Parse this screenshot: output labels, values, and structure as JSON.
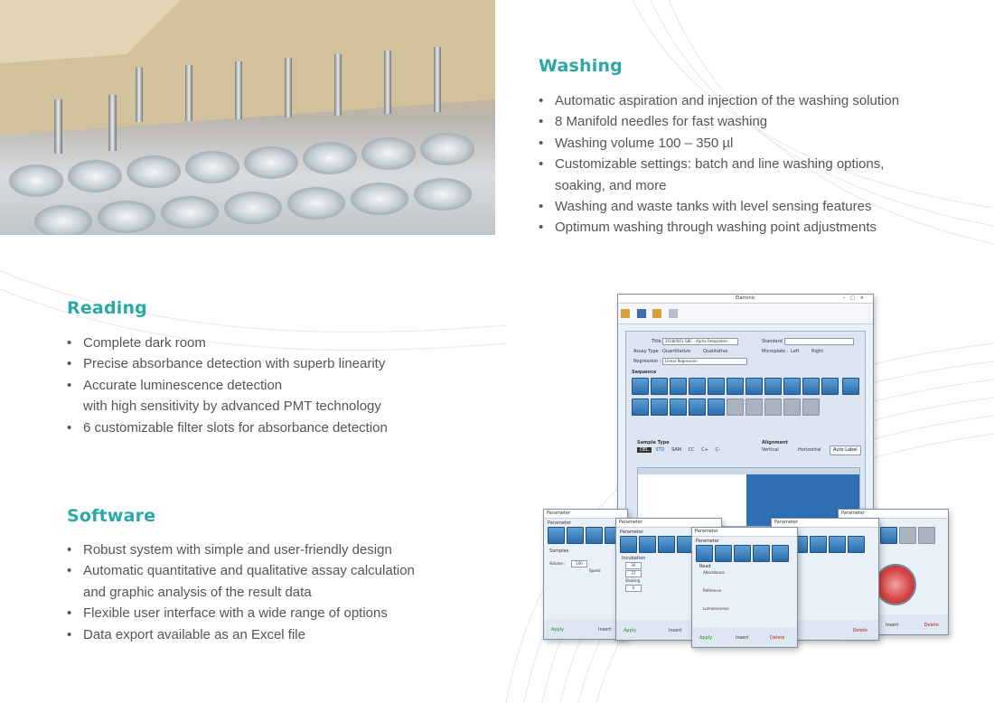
{
  "washing": {
    "title": "Washing",
    "items": [
      "Automatic aspiration and injection of the washing solution",
      "8 Manifold needles for fast washing",
      "Washing volume 100 – 350 µl",
      "Customizable settings: batch and line washing options,",
      "Washing and waste tanks with level sensing features",
      "Optimum washing through washing point adjustments"
    ],
    "item4_cont": "soaking, and more"
  },
  "reading": {
    "title": "Reading",
    "items": [
      "Complete dark room",
      "Precise absorbance detection with superb linearity",
      "Accurate luminescence detection",
      "6 customizable filter slots for absorbance detection"
    ],
    "item3_cont": "with high sensitivity by advanced PMT technology"
  },
  "software": {
    "title": "Software",
    "items": [
      "Robust system with simple and user-friendly design",
      "Automatic quantitative and qualitative assay calculation",
      "Flexible user interface with a wide range of options",
      "Data export available as an Excel file"
    ],
    "item2_cont": "and graphic analysis of the result data"
  },
  "screenshot": {
    "main_title": "Elatronic",
    "title_label": "Title :",
    "title_value": "20180501 GBC - Alpha Fetoprotein",
    "standard_label": "Standard :",
    "assay_label": "Assay Type :",
    "quantitative": "Quantitative",
    "qualitative": "Qualitative",
    "microplate_label": "Microplate :",
    "left": "Left",
    "right": "Right",
    "regression_label": "Regression :",
    "regression_value": "Linear Regression",
    "sequence_label": "Sequence",
    "sample_type_label": "Sample Type",
    "alignment_label": "Alignment",
    "vertical": "Vertical",
    "horizontal": "Horizontal",
    "auto_label": "Auto Label",
    "sample_tabs": [
      "DEL",
      "STD",
      "SAM",
      "CC",
      "C+",
      "C-"
    ],
    "parameter_title": "Parameter",
    "apply": "Apply",
    "insert": "Insert",
    "delete": "Delete",
    "read_label": "Read",
    "absorbance": "Absorbance",
    "reference": "Reference",
    "luminescence": "Luminescence",
    "incubation": "Incubation",
    "samples": "Samples",
    "shaking": "Shaking",
    "volume": "Volume :",
    "volume_value": "100",
    "speed": "Speed",
    "incub_values": [
      "30",
      "37",
      "0"
    ]
  }
}
